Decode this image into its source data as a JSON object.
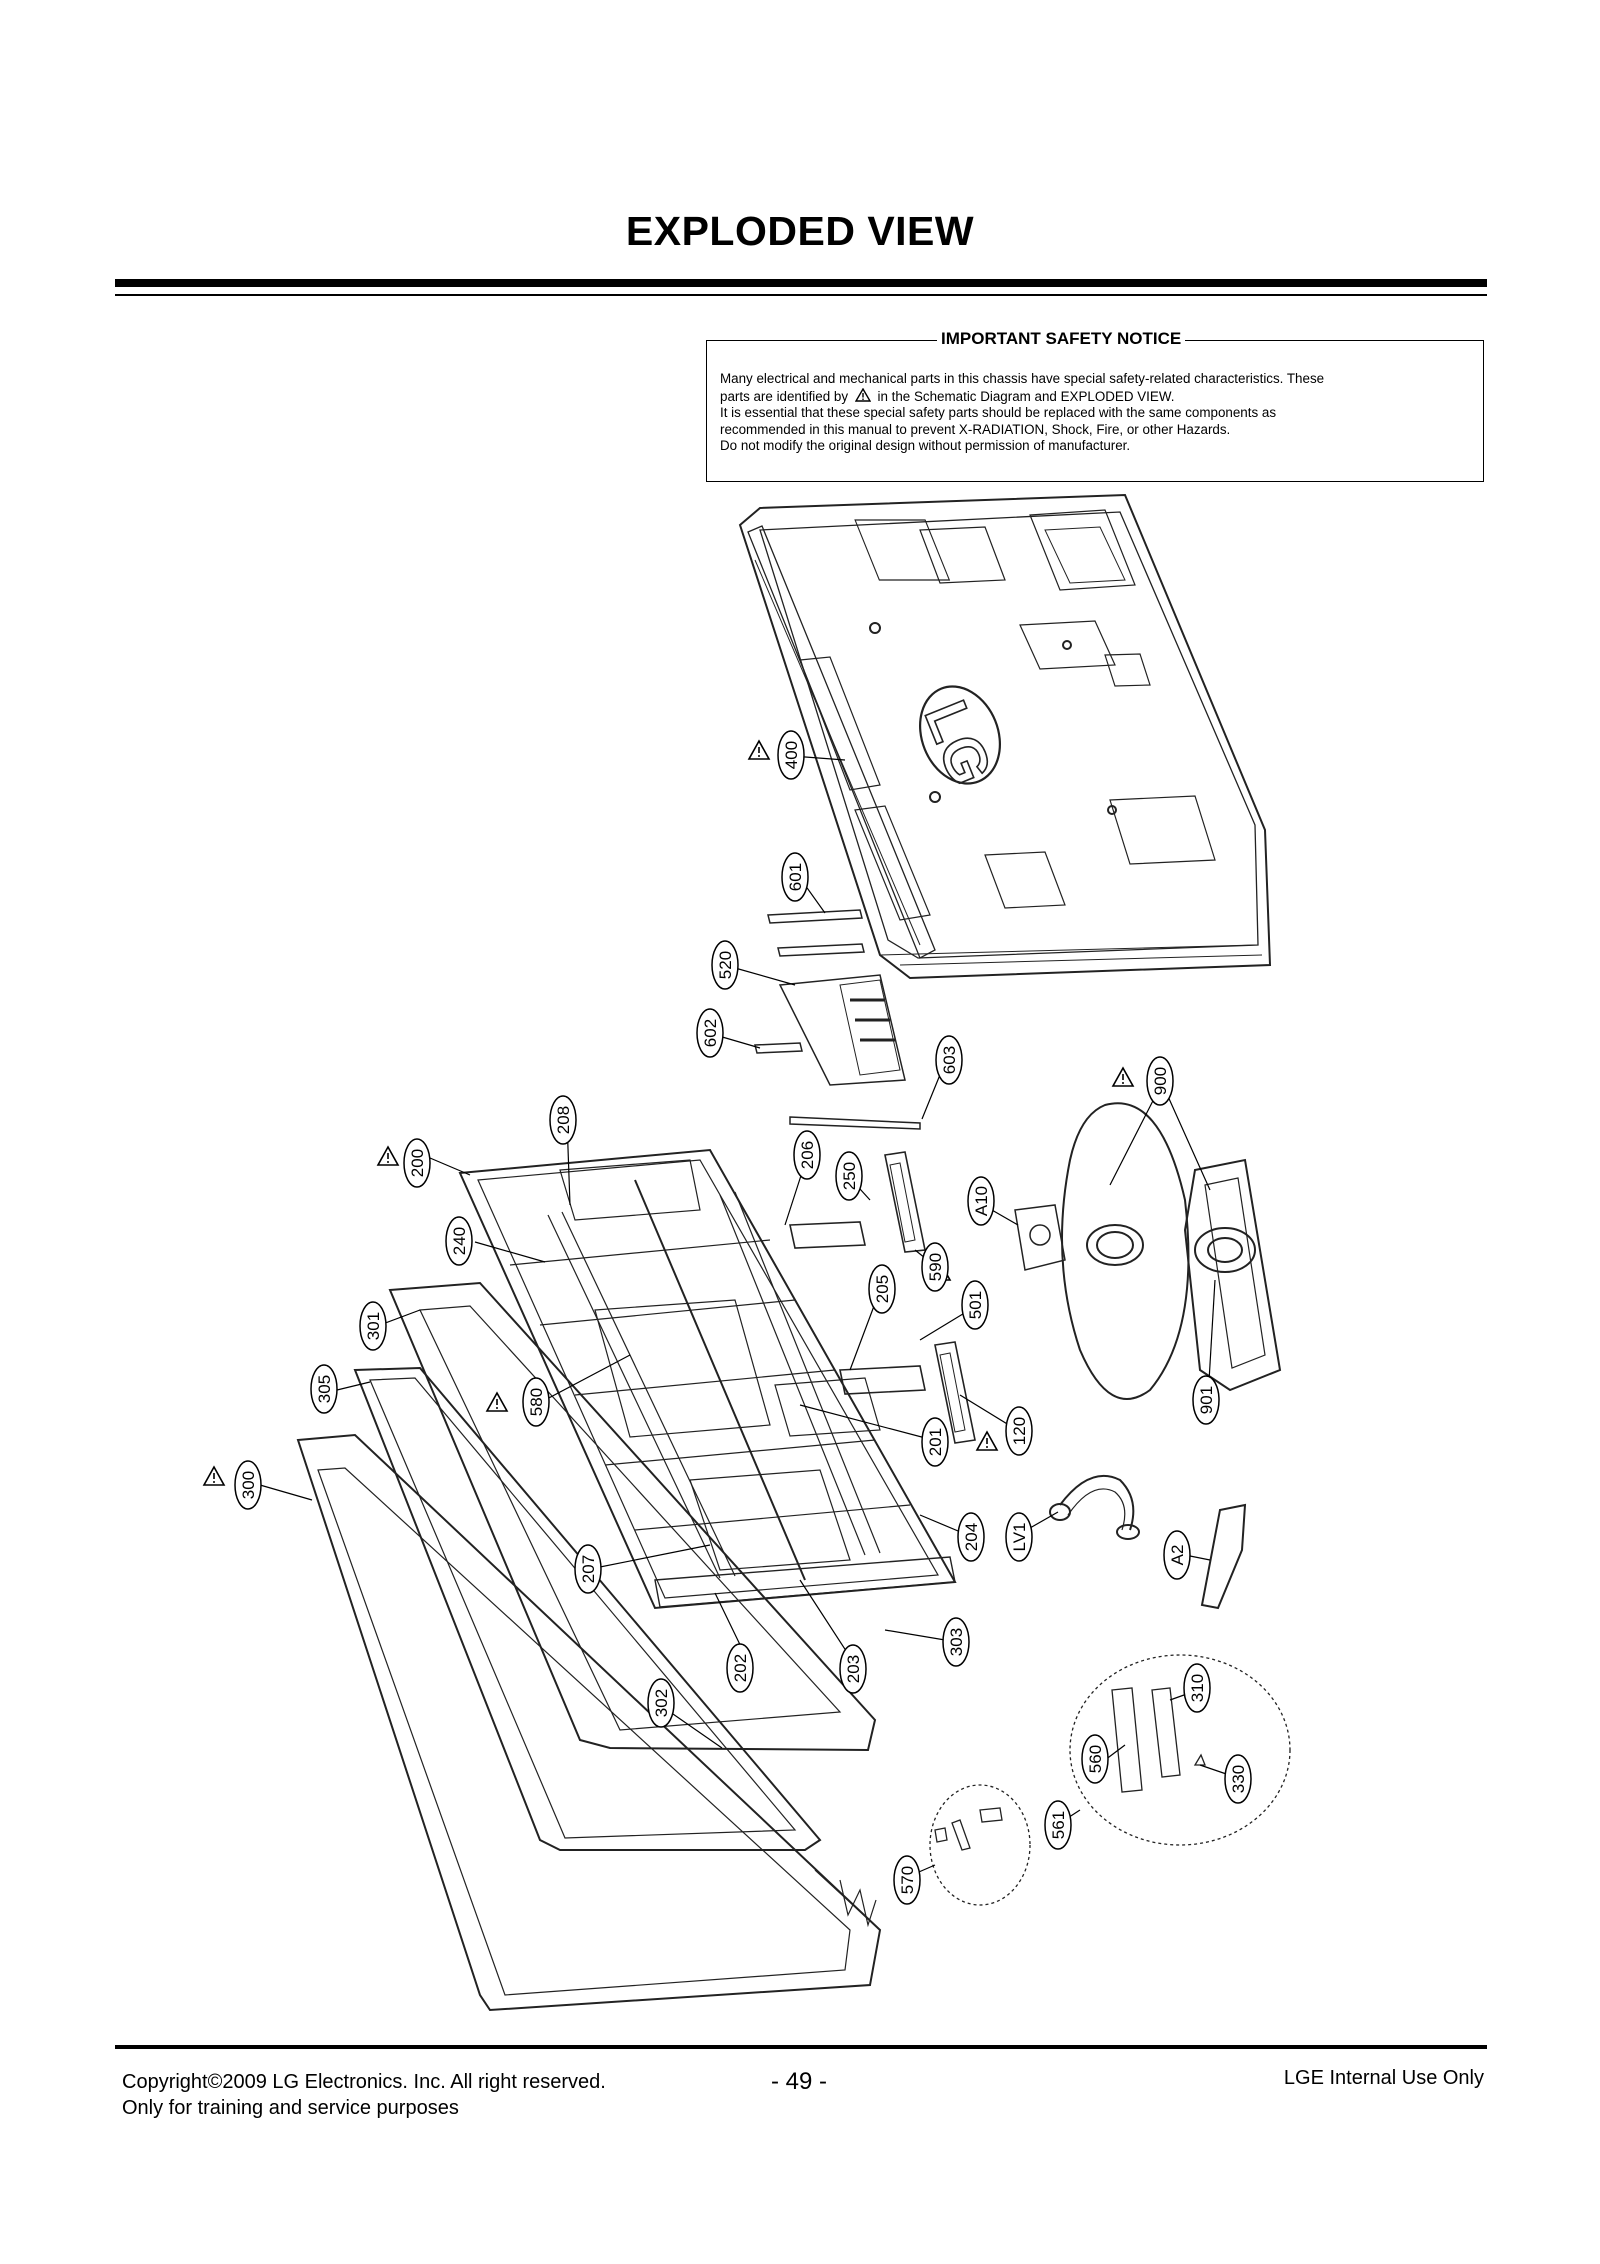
{
  "page": {
    "title": "EXPLODED VIEW",
    "notice": {
      "title": "IMPORTANT SAFETY NOTICE",
      "line1": "Many electrical and mechanical parts in this chassis have special safety-related characteristics. These",
      "line2_pre": "parts are identified by",
      "line2_post": "in the Schematic Diagram and EXPLODED VIEW.",
      "line3": "It is essential that these special safety parts should be replaced with the same components as",
      "line4": "recommended in this manual to prevent X-RADIATION, Shock, Fire, or other Hazards.",
      "line5": "Do not modify the original design without permission of manufacturer."
    }
  },
  "diagram": {
    "logo_text": "LG",
    "part_labels": [
      "400",
      "601",
      "520",
      "602",
      "603",
      "900",
      "A10",
      "901",
      "208",
      "200",
      "206",
      "250",
      "240",
      "590",
      "205",
      "501",
      "301",
      "305",
      "580",
      "201",
      "120",
      "300",
      "204",
      "LV1",
      "A2",
      "207",
      "202",
      "203",
      "303",
      "302",
      "310",
      "560",
      "330",
      "561",
      "570"
    ]
  },
  "footer": {
    "copyright": "Copyright©2009 LG Electronics. Inc. All right reserved.",
    "purpose": "Only for training and service purposes",
    "page_number": "- 49 -",
    "internal": "LGE Internal Use Only"
  }
}
